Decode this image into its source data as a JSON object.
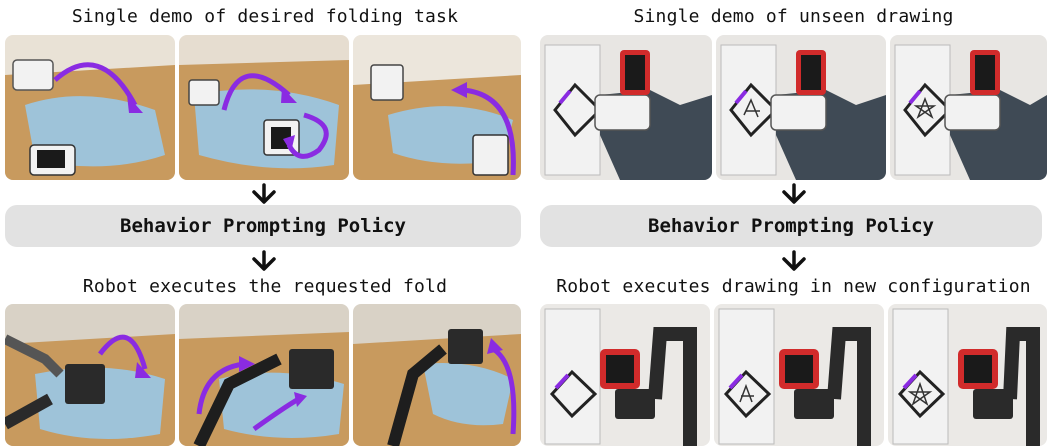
{
  "left": {
    "top_caption": "Single demo of desired folding task",
    "policy_label": "Behavior Prompting Policy",
    "bottom_caption": "Robot executes the requested fold",
    "demo_photos": [
      "hand-held gripper folding sweater, step 1",
      "hand-held gripper folding sweater, step 2",
      "hand-held gripper folding sweater, step 3"
    ],
    "robot_photos": [
      "robot arm folding sweater, step 1",
      "robot arm folding sweater, step 2",
      "robot arm folding sweater, step 3"
    ]
  },
  "right": {
    "top_caption": "Single demo of unseen drawing",
    "policy_label": "Behavior Prompting Policy",
    "bottom_caption": "Robot executes drawing in new configuration",
    "demo_photos": [
      "hand-held gripper drawing on whiteboard, step 1",
      "hand-held gripper drawing on whiteboard, step 2",
      "hand-held gripper drawing on whiteboard, step 3"
    ],
    "robot_photos": [
      "robot arm drawing on whiteboard, step 1",
      "robot arm drawing on whiteboard, step 2",
      "robot arm drawing on whiteboard, step 3"
    ]
  },
  "colors": {
    "trajectory_arrow": "#8a2be2",
    "policy_box": "#e2e2e2",
    "sweater": "#9ec3d9",
    "table": "#c89a5e",
    "whiteboard": "#ececec",
    "robot_arm": "#2a2a2a"
  }
}
